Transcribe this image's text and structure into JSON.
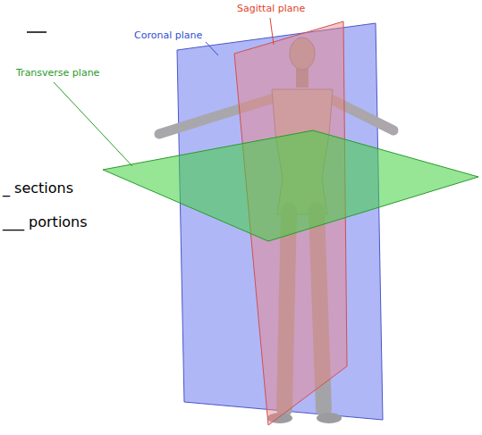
{
  "diagram": {
    "labels": [
      "Sagittal plane",
      "Coronal plane",
      "Transverse plane",
      "_ sections",
      "___ portions"
    ]
  }
}
